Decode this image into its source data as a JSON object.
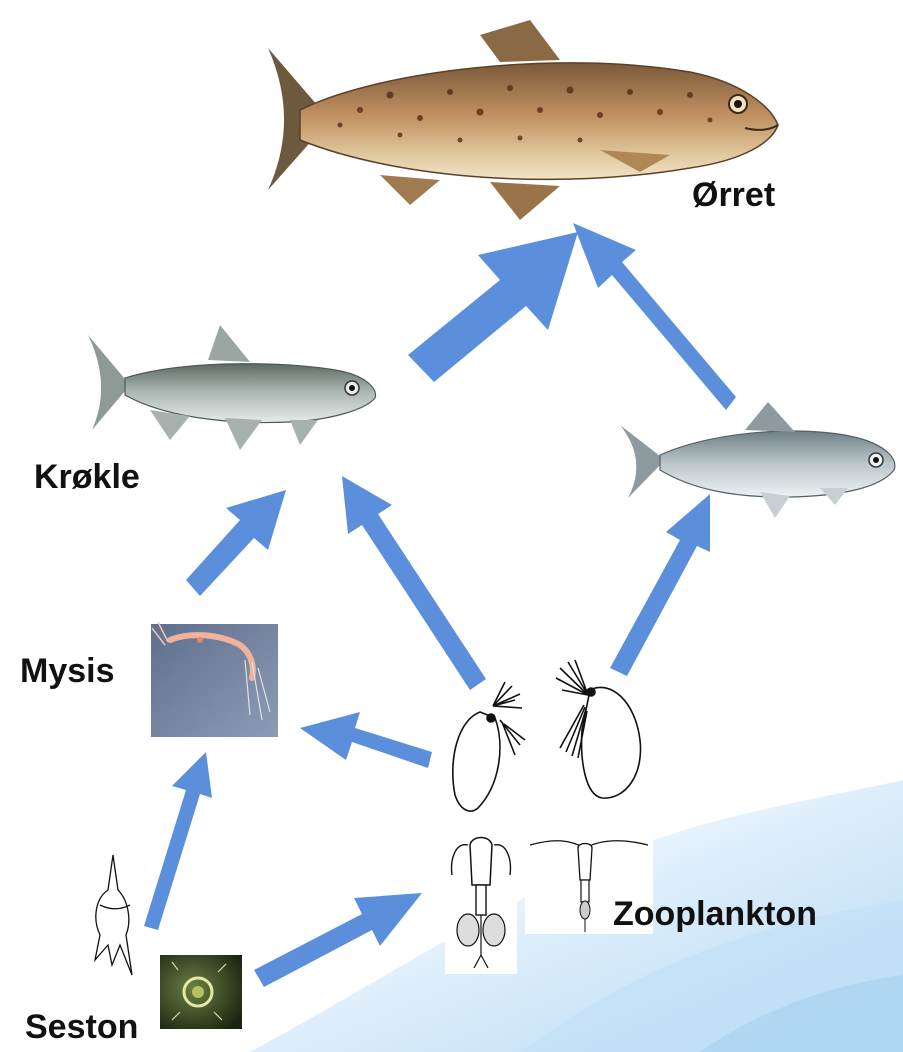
{
  "labels": {
    "trout": "Ørret",
    "smelt": "Krøkle",
    "mysis": "Mysis",
    "zooplankton": "Zooplankton",
    "seston": "Seston"
  },
  "colors": {
    "arrow": "#5b8fdb",
    "background_wave": "#cfe6f8",
    "trout_body": "#b58a5c",
    "smelt_body": "#a9b4b5",
    "whitefish_body": "#b7c2c6",
    "mysis_background": "#6b7fa0"
  },
  "icons": [
    "trout-fish",
    "smelt-fish",
    "whitefish-fish",
    "mysis-shrimp",
    "daphnia",
    "copepod",
    "dinoflagellate",
    "algae-cell"
  ]
}
